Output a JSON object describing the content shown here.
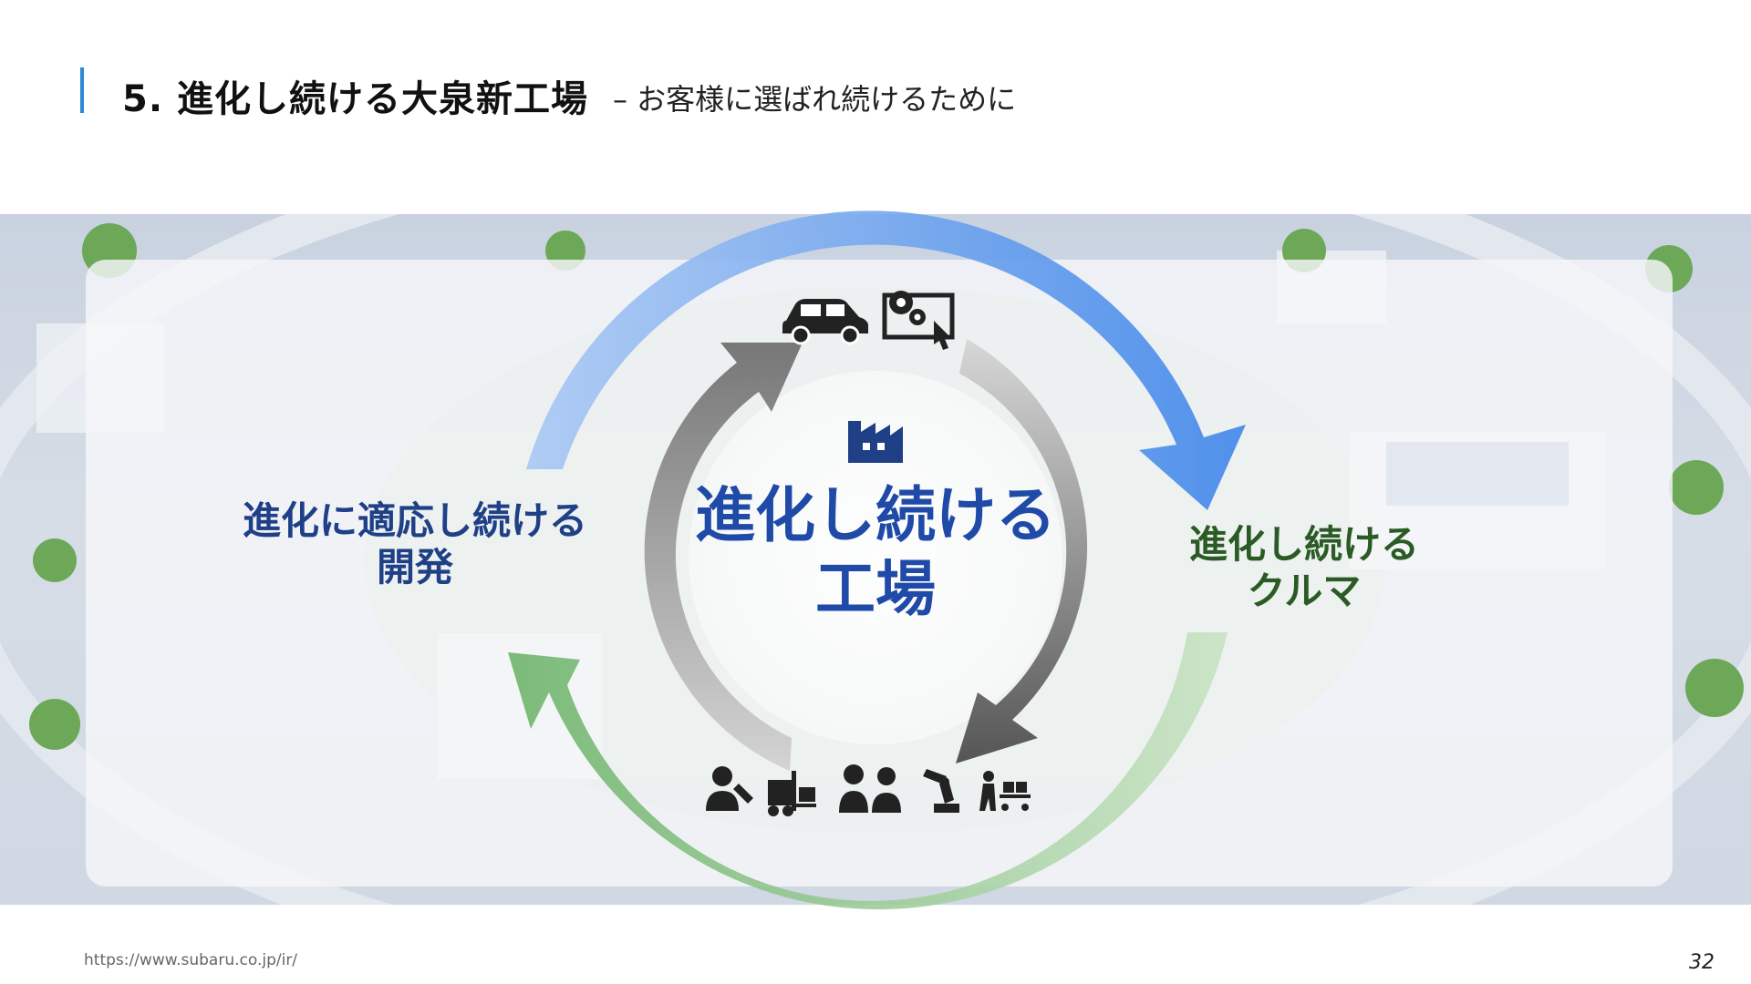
{
  "header": {
    "title": "5. 進化し続ける大泉新工場",
    "subtitle": "– お客様に選ばれ続けるために"
  },
  "cycle": {
    "left_label": "進化に適応し続ける開発",
    "right_label": "進化し続けるクルマ",
    "center_label": "進化し続ける工場"
  },
  "icons": {
    "top": [
      "car-icon",
      "gear-computer-icon"
    ],
    "center": "factory-icon",
    "bottom": [
      "worker-wrench-icon",
      "forklift-icon",
      "workers-icon",
      "robot-arm-icon",
      "cart-worker-icon"
    ]
  },
  "colors": {
    "blue_arrow": "#5b9cf0",
    "green_arrow": "#8cc48a",
    "gray_arrow": "#8c8c8c",
    "icon_dark": "#222222",
    "factory_icon": "#1f3f86"
  },
  "footer": {
    "url": "https://www.subaru.co.jp/ir/",
    "page": "32"
  }
}
